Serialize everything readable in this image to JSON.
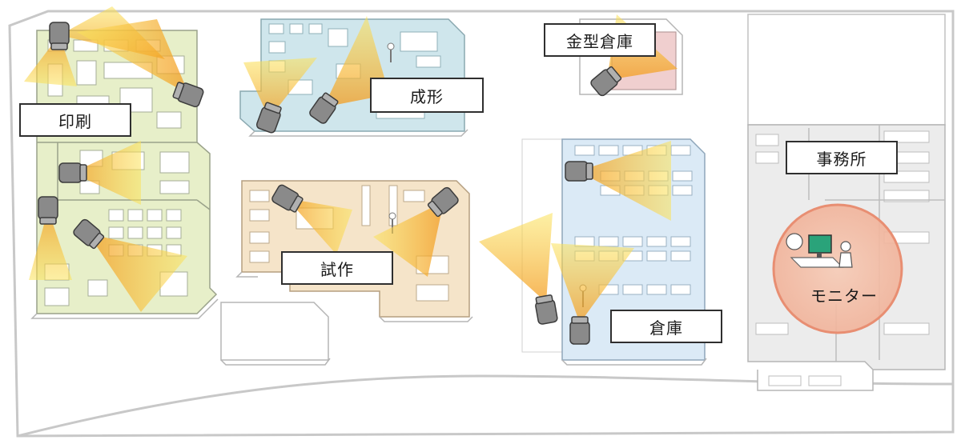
{
  "areas": {
    "printing": "印刷",
    "molding": "成形",
    "mold_storage": "金型倉庫",
    "office": "事務所",
    "prototype": "試作",
    "warehouse": "倉庫"
  },
  "monitor": {
    "label": "モニター"
  },
  "colors": {
    "printing_floor": "#e7efc9",
    "molding_floor": "#cfe6ec",
    "mold_storage_floor": "#f0cfcf",
    "prototype_floor": "#f5e4c9",
    "warehouse_floor": "#dbeaf6",
    "office_floor": "#ececec",
    "camera_beam": "#f8d245",
    "monitor_circle": "#f2b7a0"
  }
}
